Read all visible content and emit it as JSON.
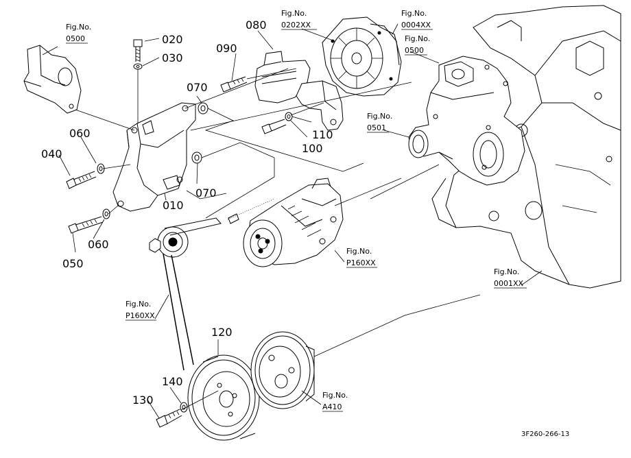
{
  "part_labels": {
    "p010": "010",
    "p020": "020",
    "p030": "030",
    "p040": "040",
    "p050": "050",
    "p060a": "060",
    "p060b": "060",
    "p070a": "070",
    "p070b": "070",
    "p080": "080",
    "p090": "090",
    "p100": "100",
    "p110": "110",
    "p120": "120",
    "p130": "130",
    "p140": "140"
  },
  "fig_refs": [
    {
      "title": "Fig.No.",
      "code": "0500"
    },
    {
      "title": "Fig.No.",
      "code": "0202XX"
    },
    {
      "title": "Fig.No.",
      "code": "0004XX"
    },
    {
      "title": "Fig.No.",
      "code": "0500"
    },
    {
      "title": "Fig.No.",
      "code": "0501"
    },
    {
      "title": "Fig.No.",
      "code": "P160XX"
    },
    {
      "title": "Fig.No.",
      "code": "0001XX"
    },
    {
      "title": "Fig.No.",
      "code": "P160XX"
    },
    {
      "title": "Fig.No.",
      "code": "A410"
    }
  ],
  "drawing_code": "3F260-266-13"
}
